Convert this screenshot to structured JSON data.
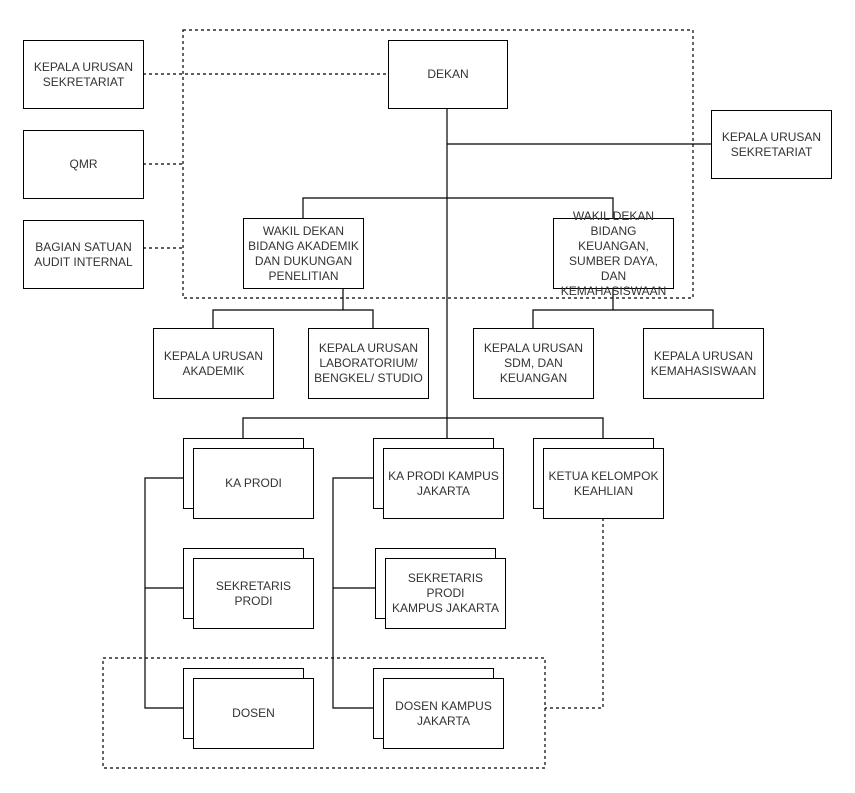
{
  "nodes": {
    "dekan": "DEKAN",
    "kepala_urusan_sekretariat_left": "KEPALA URUSAN\nSEKRETARIAT",
    "qmr": "QMR",
    "bagian_satuan_audit_internal": "BAGIAN SATUAN\nAUDIT INTERNAL",
    "kepala_urusan_sekretariat_right": "KEPALA URUSAN\nSEKRETARIAT",
    "wakil_dekan_akademik": "WAKIL DEKAN\nBIDANG AKADEMIK\nDAN DUKUNGAN\nPENELITIAN",
    "wakil_dekan_keuangan": "WAKIL DEKAN\nBIDANG KEUANGAN,\nSUMBER DAYA, DAN\nKEMAHASISWAAN",
    "kepala_urusan_akademik": "KEPALA URUSAN\nAKADEMIK",
    "kepala_urusan_laboratorium": "KEPALA URUSAN\nLABORATORIUM/\nBENGKEL/ STUDIO",
    "kepala_urusan_sdm": "KEPALA URUSAN\nSDM, DAN\nKEUANGAN",
    "kepala_urusan_kemahasiswaan": "KEPALA URUSAN\nKEMAHASISWAAN",
    "ka_prodi": "KA PRODI",
    "ka_prodi_kampus_jakarta": "KA PRODI KAMPUS\nJAKARTA",
    "ketua_kelompok_keahlian": "KETUA KELOMPOK\nKEAHLIAN",
    "sekretaris_prodi": "SEKRETARIS PRODI",
    "sekretaris_prodi_kampus_jakarta": "SEKRETARIS PRODI\nKAMPUS JAKARTA",
    "dosen": "DOSEN",
    "dosen_kampus_jakarta": "DOSEN KAMPUS\nJAKARTA"
  }
}
